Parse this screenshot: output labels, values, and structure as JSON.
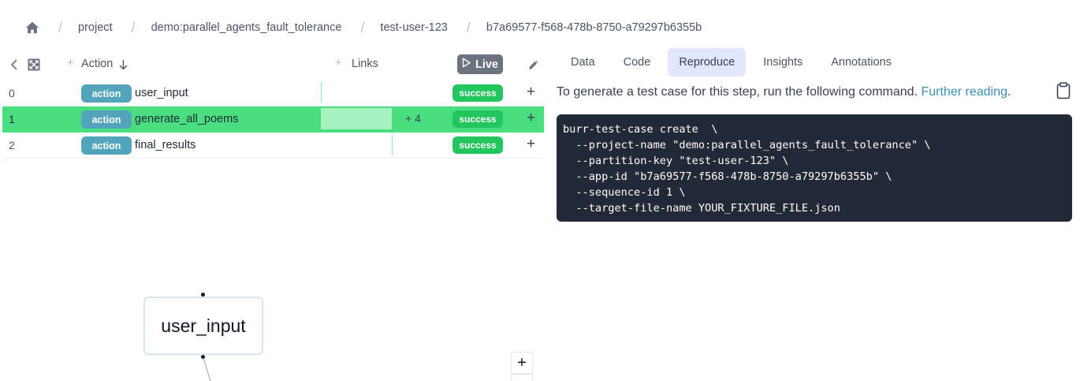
{
  "breadcrumb": {
    "home_icon": "home-icon",
    "items": [
      "project",
      "demo:parallel_agents_fault_tolerance",
      "test-user-123",
      "b7a69577-f568-478b-8750-a79297b6355b"
    ],
    "separator": "/"
  },
  "table_header": {
    "collapse_icon": "chevron-left-icon",
    "expand_icon": "fullscreen-icon",
    "action_label": "Action",
    "action_sort_icon": "arrow-down-icon",
    "links_label": "Links",
    "plus_symbol": "+",
    "live_label": "Live",
    "live_icon": "play-icon",
    "edit_icon": "pencil-icon"
  },
  "rows": [
    {
      "index": "0",
      "type": "action",
      "name": "user_input",
      "status": "success",
      "add": "+",
      "selected": false
    },
    {
      "index": "1",
      "type": "action",
      "name": "generate_all_poems",
      "children": "+ 4",
      "status": "success",
      "add": "+",
      "selected": true
    },
    {
      "index": "2",
      "type": "action",
      "name": "final_results",
      "status": "success",
      "add": "+",
      "selected": false
    }
  ],
  "graph": {
    "node_label": "user_input",
    "zoom_in": "+"
  },
  "tabs": [
    {
      "label": "Data",
      "active": false
    },
    {
      "label": "Code",
      "active": false
    },
    {
      "label": "Reproduce",
      "active": true
    },
    {
      "label": "Insights",
      "active": false
    },
    {
      "label": "Annotations",
      "active": false
    }
  ],
  "reproduce": {
    "description": "To generate a test case for this step, run the following command.",
    "link_text": "Further reading",
    "trailing": ".",
    "copy_icon": "clipboard-icon",
    "code_lines": [
      "burr-test-case create  \\",
      "  --project-name \"demo:parallel_agents_fault_tolerance\" \\",
      "  --partition-key \"test-user-123\" \\",
      "  --app-id \"b7a69577-f568-478b-8750-a79297b6355b\" \\",
      "  --sequence-id 1 \\",
      "  --target-file-name YOUR_FIXTURE_FILE.json"
    ]
  },
  "colors": {
    "action_pill": "#52a4bd",
    "success_pill": "#22c55e",
    "selected_row": "#4ade80",
    "active_tab": "#e0e7ff",
    "code_bg": "#232a37",
    "link": "#3b8fb5"
  }
}
